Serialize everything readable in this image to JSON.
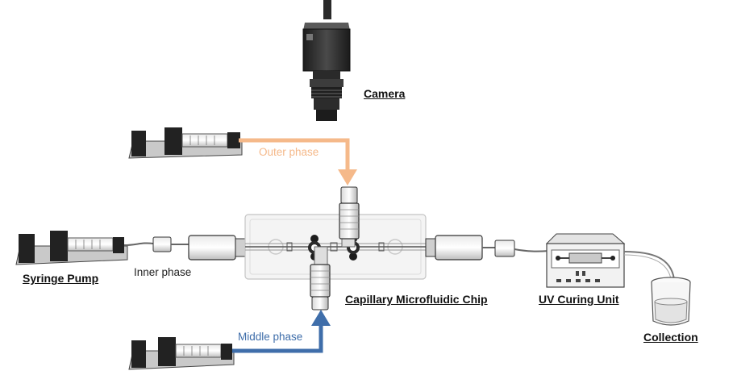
{
  "labels": {
    "camera": "Camera",
    "syringe_pump": "Syringe Pump",
    "inner_phase": "Inner phase",
    "outer_phase": "Outer phase",
    "middle_phase": "Middle phase",
    "chip": "Capillary Microfluidic Chip",
    "uv_unit": "UV Curing Unit",
    "collection": "Collection"
  },
  "colors": {
    "outer_phase": "#f5b98a",
    "middle_phase": "#3f6eaa",
    "device_dark": "#2b2b2b",
    "device_gray": "#9a9a9a"
  },
  "icons": [
    "camera-icon",
    "syringe-pump-icon",
    "microfluidic-chip-icon",
    "uv-curing-unit-icon",
    "collection-beaker-icon"
  ]
}
